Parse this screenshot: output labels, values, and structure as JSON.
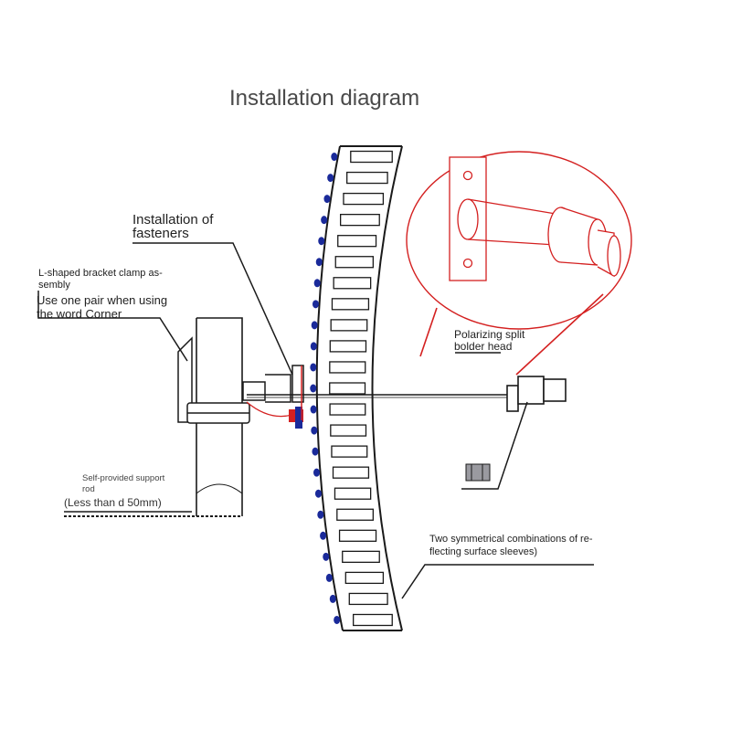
{
  "title": "Installation diagram",
  "labels": {
    "fasteners_line1": "Installation of",
    "fasteners_line2": "fasteners",
    "bracket_line1": "L-shaped bracket clamp as-",
    "bracket_line2": "sembly",
    "corner_line1": "Use one pair when using",
    "corner_line2": "the word Corner",
    "rod_line1": "Self-provided support",
    "rod_line2": "rod",
    "rod_size": "(Less than d 50mm)",
    "split_line1": "Polarizing split",
    "split_line2": "bolder head",
    "sleeves_line1": "Two symmetrical combinations of re-",
    "sleeves_line2": "flecting surface sleeves)"
  },
  "colors": {
    "line": "#1a1a1a",
    "detail_circle": "#d42020",
    "bolt": "#1a2a9a",
    "highlight": "#d42020"
  }
}
